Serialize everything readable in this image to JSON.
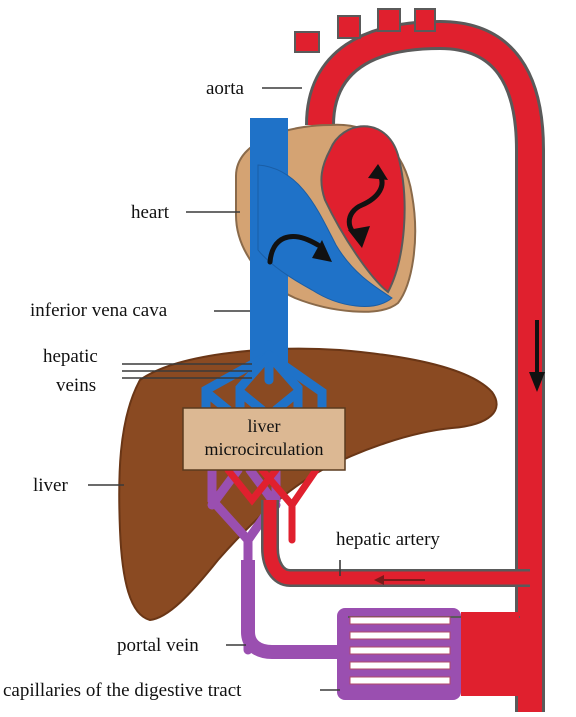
{
  "labels": {
    "aorta": "aorta",
    "heart": "heart",
    "inferior_vena_cava": "inferior vena cava",
    "hepatic": "hepatic",
    "veins": "veins",
    "liver": "liver",
    "hepatic_artery": "hepatic artery",
    "portal_vein": "portal vein",
    "capillaries": "capillaries of the digestive tract"
  },
  "box": {
    "line1": "liver",
    "line2": "microcirculation"
  },
  "colors": {
    "arterial": "#e0202e",
    "arterial_outline": "#5a5a5a",
    "venous": "#1f72c8",
    "portal": "#9a4fb0",
    "liver": "#8a4a22",
    "heart_tissue": "#d4a373",
    "box_fill": "#dcb893"
  }
}
